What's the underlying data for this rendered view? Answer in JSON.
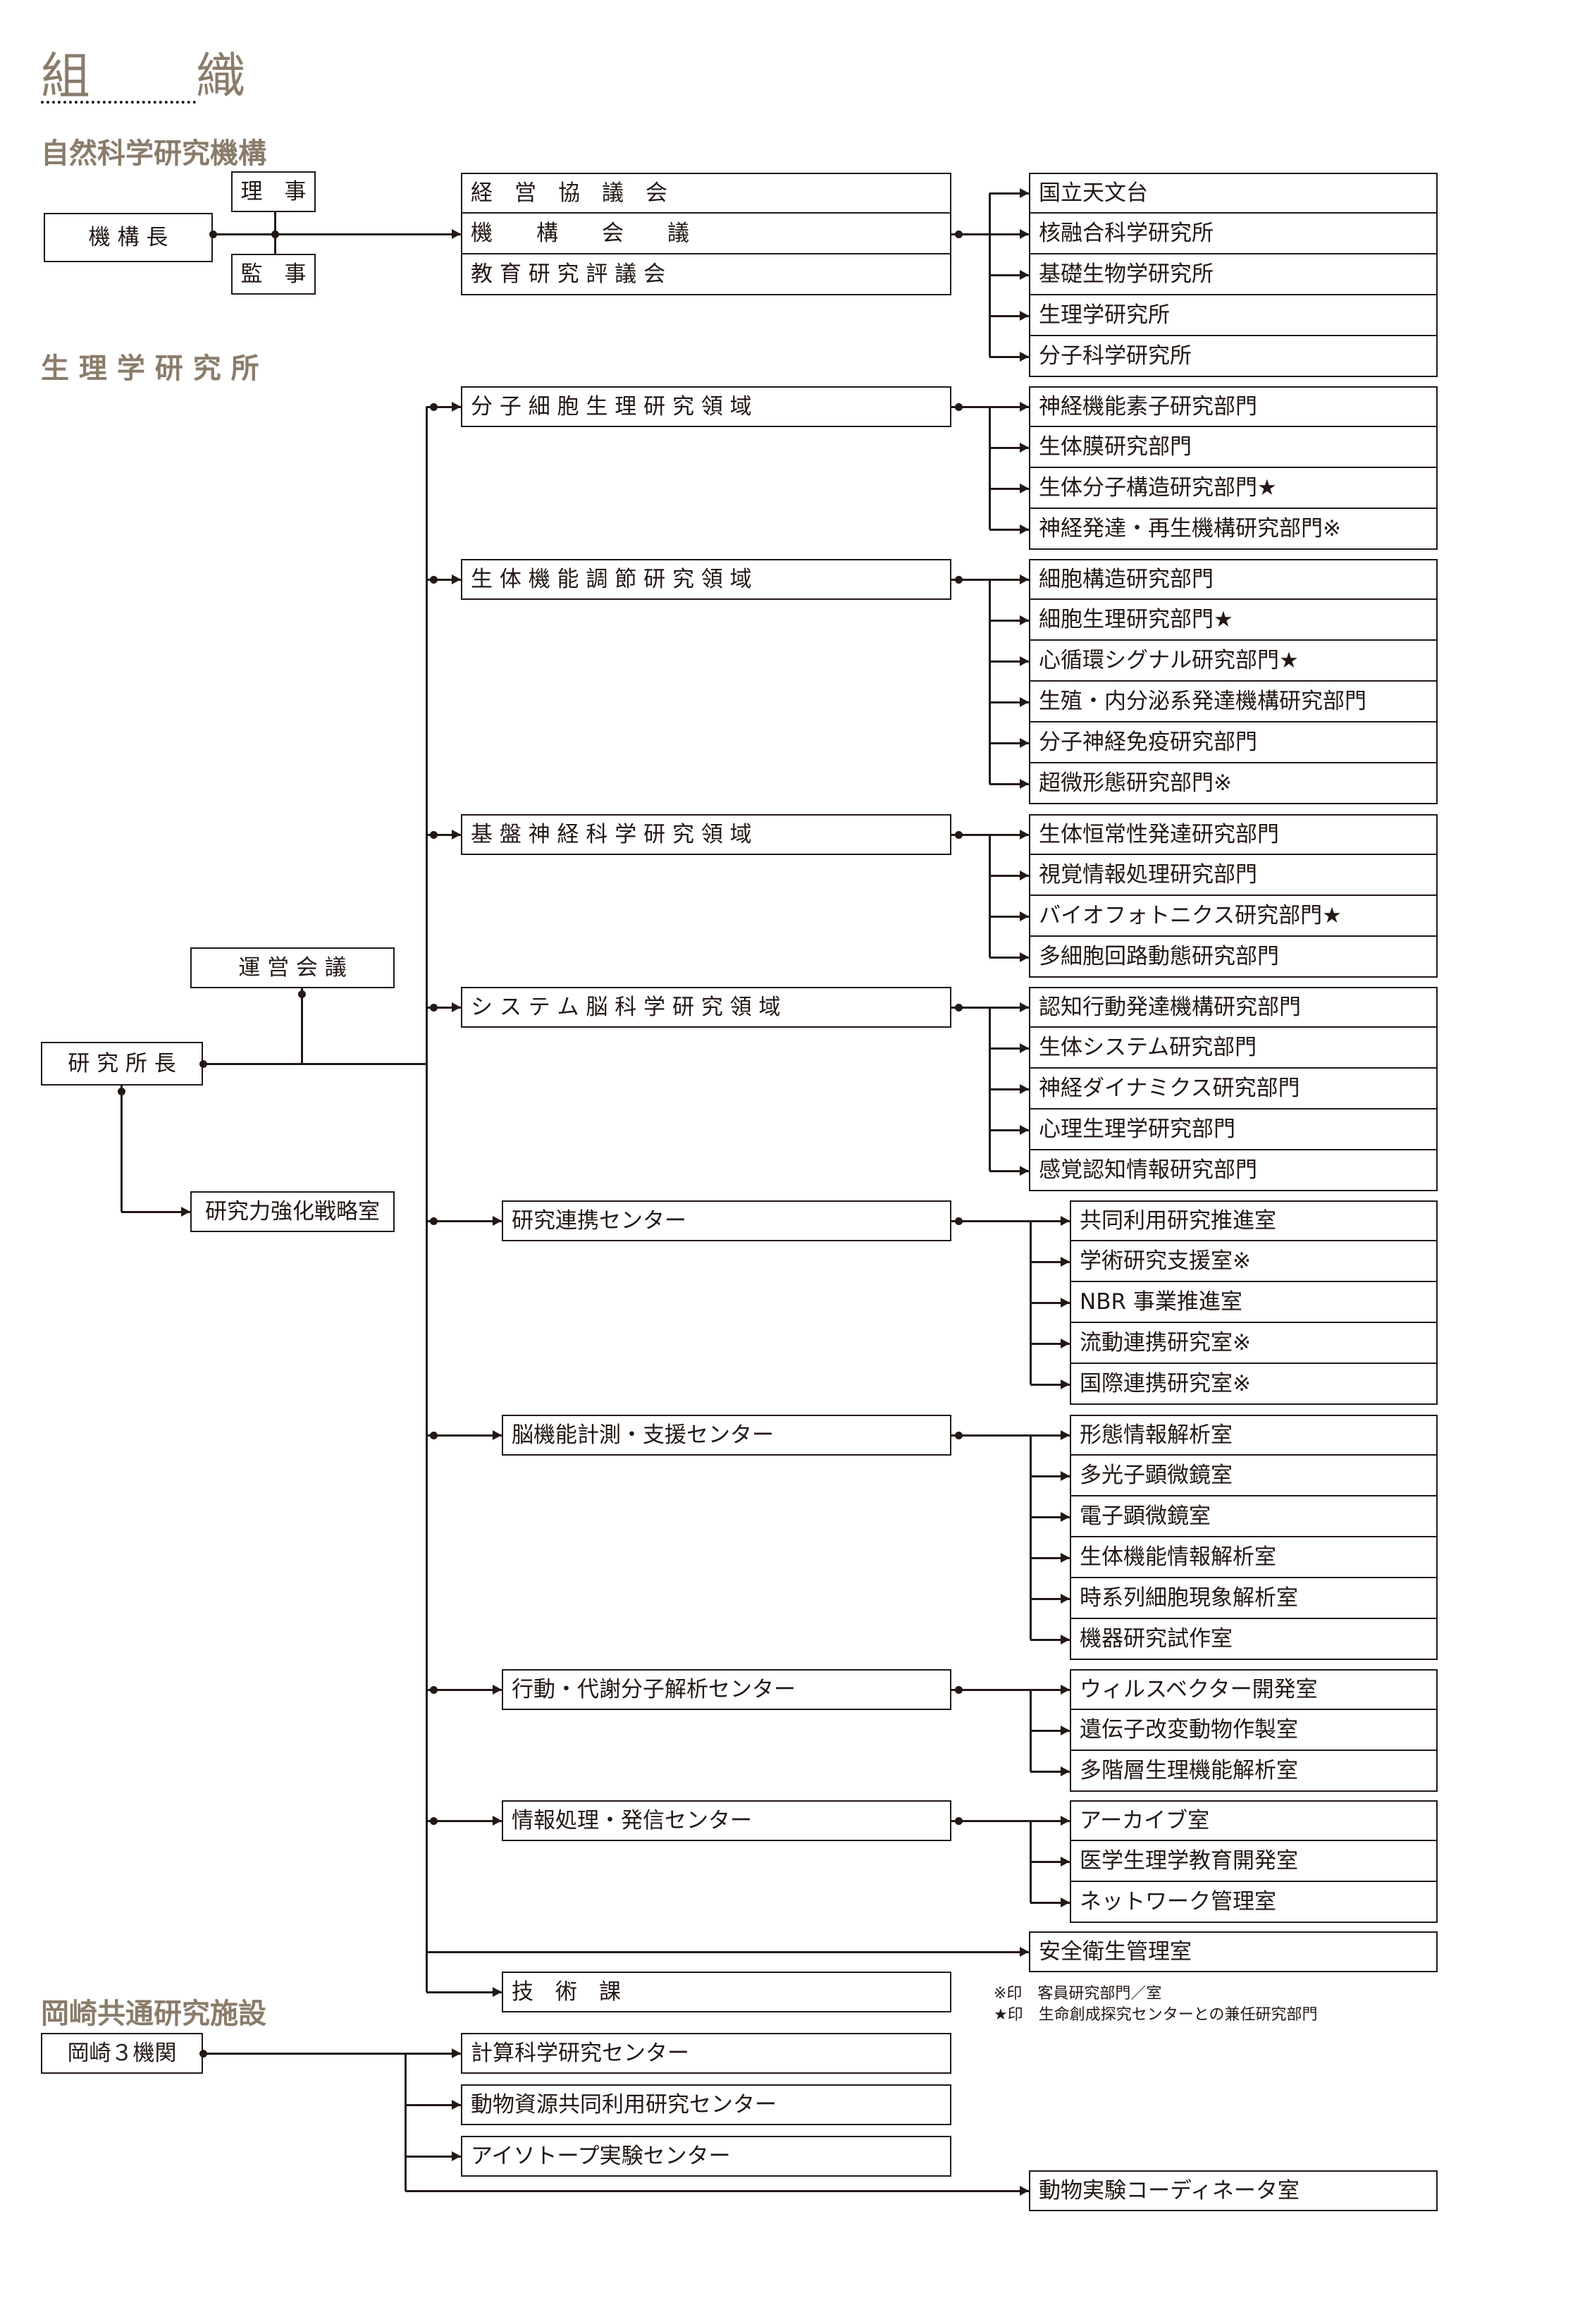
{
  "title": "組　織",
  "sections": {
    "nins": "自然科学研究機構",
    "nips": "生 理 学 研 究 所",
    "okazaki": "岡崎共通研究施設"
  },
  "nins": {
    "director": "機 構 長",
    "board_riji": "理　事",
    "board_kanji": "監　事",
    "councils": [
      "経　営　協　議　会",
      "機　　構　　会　　議",
      "教 育 研 究 評 議 会"
    ],
    "institutes": [
      "国立天文台",
      "核融合科学研究所",
      "基礎生物学研究所",
      "生理学研究所",
      "分子科学研究所"
    ]
  },
  "nips": {
    "director": "研 究 所 長",
    "management_council": "運 営 会 議",
    "strategy_office": "研究力強化戦略室",
    "units": [
      {
        "name": "分 子 細 胞 生 理 研 究 領 域",
        "items": [
          "神経機能素子研究部門",
          "生体膜研究部門",
          "生体分子構造研究部門★",
          "神経発達・再生機構研究部門※"
        ]
      },
      {
        "name": "生 体 機 能 調 節 研 究 領 域",
        "items": [
          "細胞構造研究部門",
          "細胞生理研究部門★",
          "心循環シグナル研究部門★",
          "生殖・内分泌系発達機構研究部門",
          "分子神経免疫研究部門",
          "超微形態研究部門※"
        ]
      },
      {
        "name": "基 盤 神 経 科 学 研 究 領 域",
        "items": [
          "生体恒常性発達研究部門",
          "視覚情報処理研究部門",
          "バイオフォトニクス研究部門★",
          "多細胞回路動態研究部門"
        ]
      },
      {
        "name": "シ ス テ ム 脳 科 学 研 究 領 域",
        "items": [
          "認知行動発達機構研究部門",
          "生体システム研究部門",
          "神経ダイナミクス研究部門",
          "心理生理学研究部門",
          "感覚認知情報研究部門"
        ]
      },
      {
        "name": "研究連携センター",
        "items": [
          "共同利用研究推進室",
          "学術研究支援室※",
          "NBR 事業推進室",
          "流動連携研究室※",
          "国際連携研究室※"
        ]
      },
      {
        "name": "脳機能計測・支援センター",
        "items": [
          "形態情報解析室",
          "多光子顕微鏡室",
          "電子顕微鏡室",
          "生体機能情報解析室",
          "時系列細胞現象解析室",
          "機器研究試作室"
        ]
      },
      {
        "name": "行動・代謝分子解析センター",
        "items": [
          "ウィルスベクター開発室",
          "遺伝子改変動物作製室",
          "多階層生理機能解析室"
        ]
      },
      {
        "name": "情報処理・発信センター",
        "items": [
          "アーカイブ室",
          "医学生理学教育開発室",
          "ネットワーク管理室"
        ]
      }
    ],
    "safety": "安全衛生管理室",
    "technical": "技　術　課"
  },
  "notes": [
    "※印　客員研究部門／室",
    "★印　生命創成探究センターとの兼任研究部門"
  ],
  "okazaki": {
    "root": "岡崎３機関",
    "facilities": [
      "計算科学研究センター",
      "動物資源共同利用研究センター",
      "アイソトープ実験センター"
    ],
    "coordinator": "動物実験コーディネータ室"
  },
  "colors": {
    "heading": "#8a7c6b",
    "line": "#231815"
  }
}
